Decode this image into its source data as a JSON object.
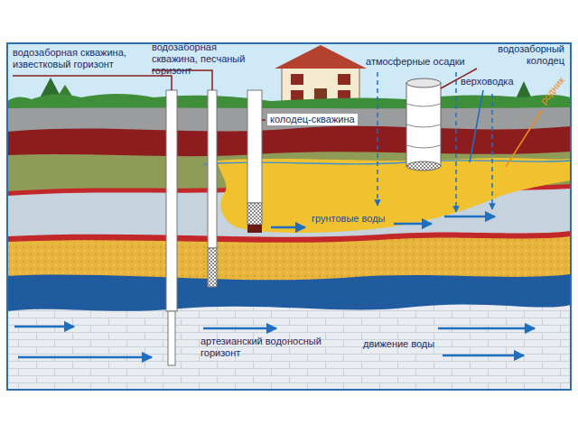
{
  "diagram": {
    "labels": [
      "водозаборная скважина, известковый горизонт",
      "водозаборная скважина, песчаный горизонт",
      "колодец-скважина",
      "атмосферные осадки",
      "водозаборный колодец",
      "верховодка",
      "родник",
      "грунтовые воды",
      "артезианский водоносный горизонт",
      "движение воды"
    ]
  }
}
